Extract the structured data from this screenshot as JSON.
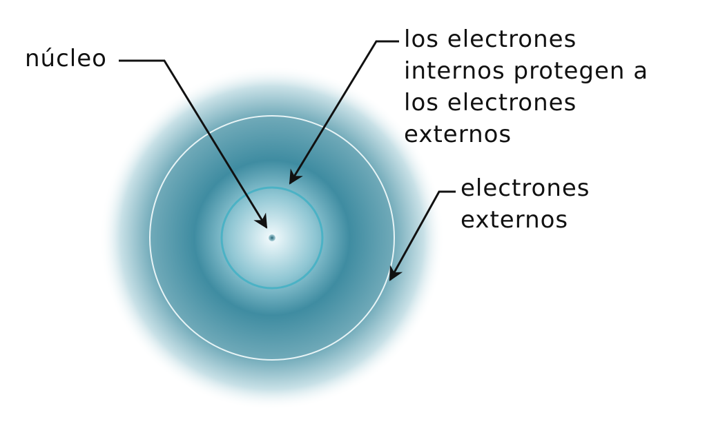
{
  "labels": {
    "nucleus": "núcleo",
    "inner_line1": "los electrones",
    "inner_line2": "internos protegen a",
    "inner_line3": "los electrones",
    "inner_line4": "externos",
    "outer_line1": "electrones",
    "outer_line2": "externos"
  },
  "colors": {
    "cloud_dark": "#2f7f95",
    "cloud_light": "#eaf7fa",
    "shell_ring": "#3fb0c4",
    "outer_ring": "#e8f4f6",
    "nucleus": "#1f5f70",
    "arrow": "#111111"
  }
}
